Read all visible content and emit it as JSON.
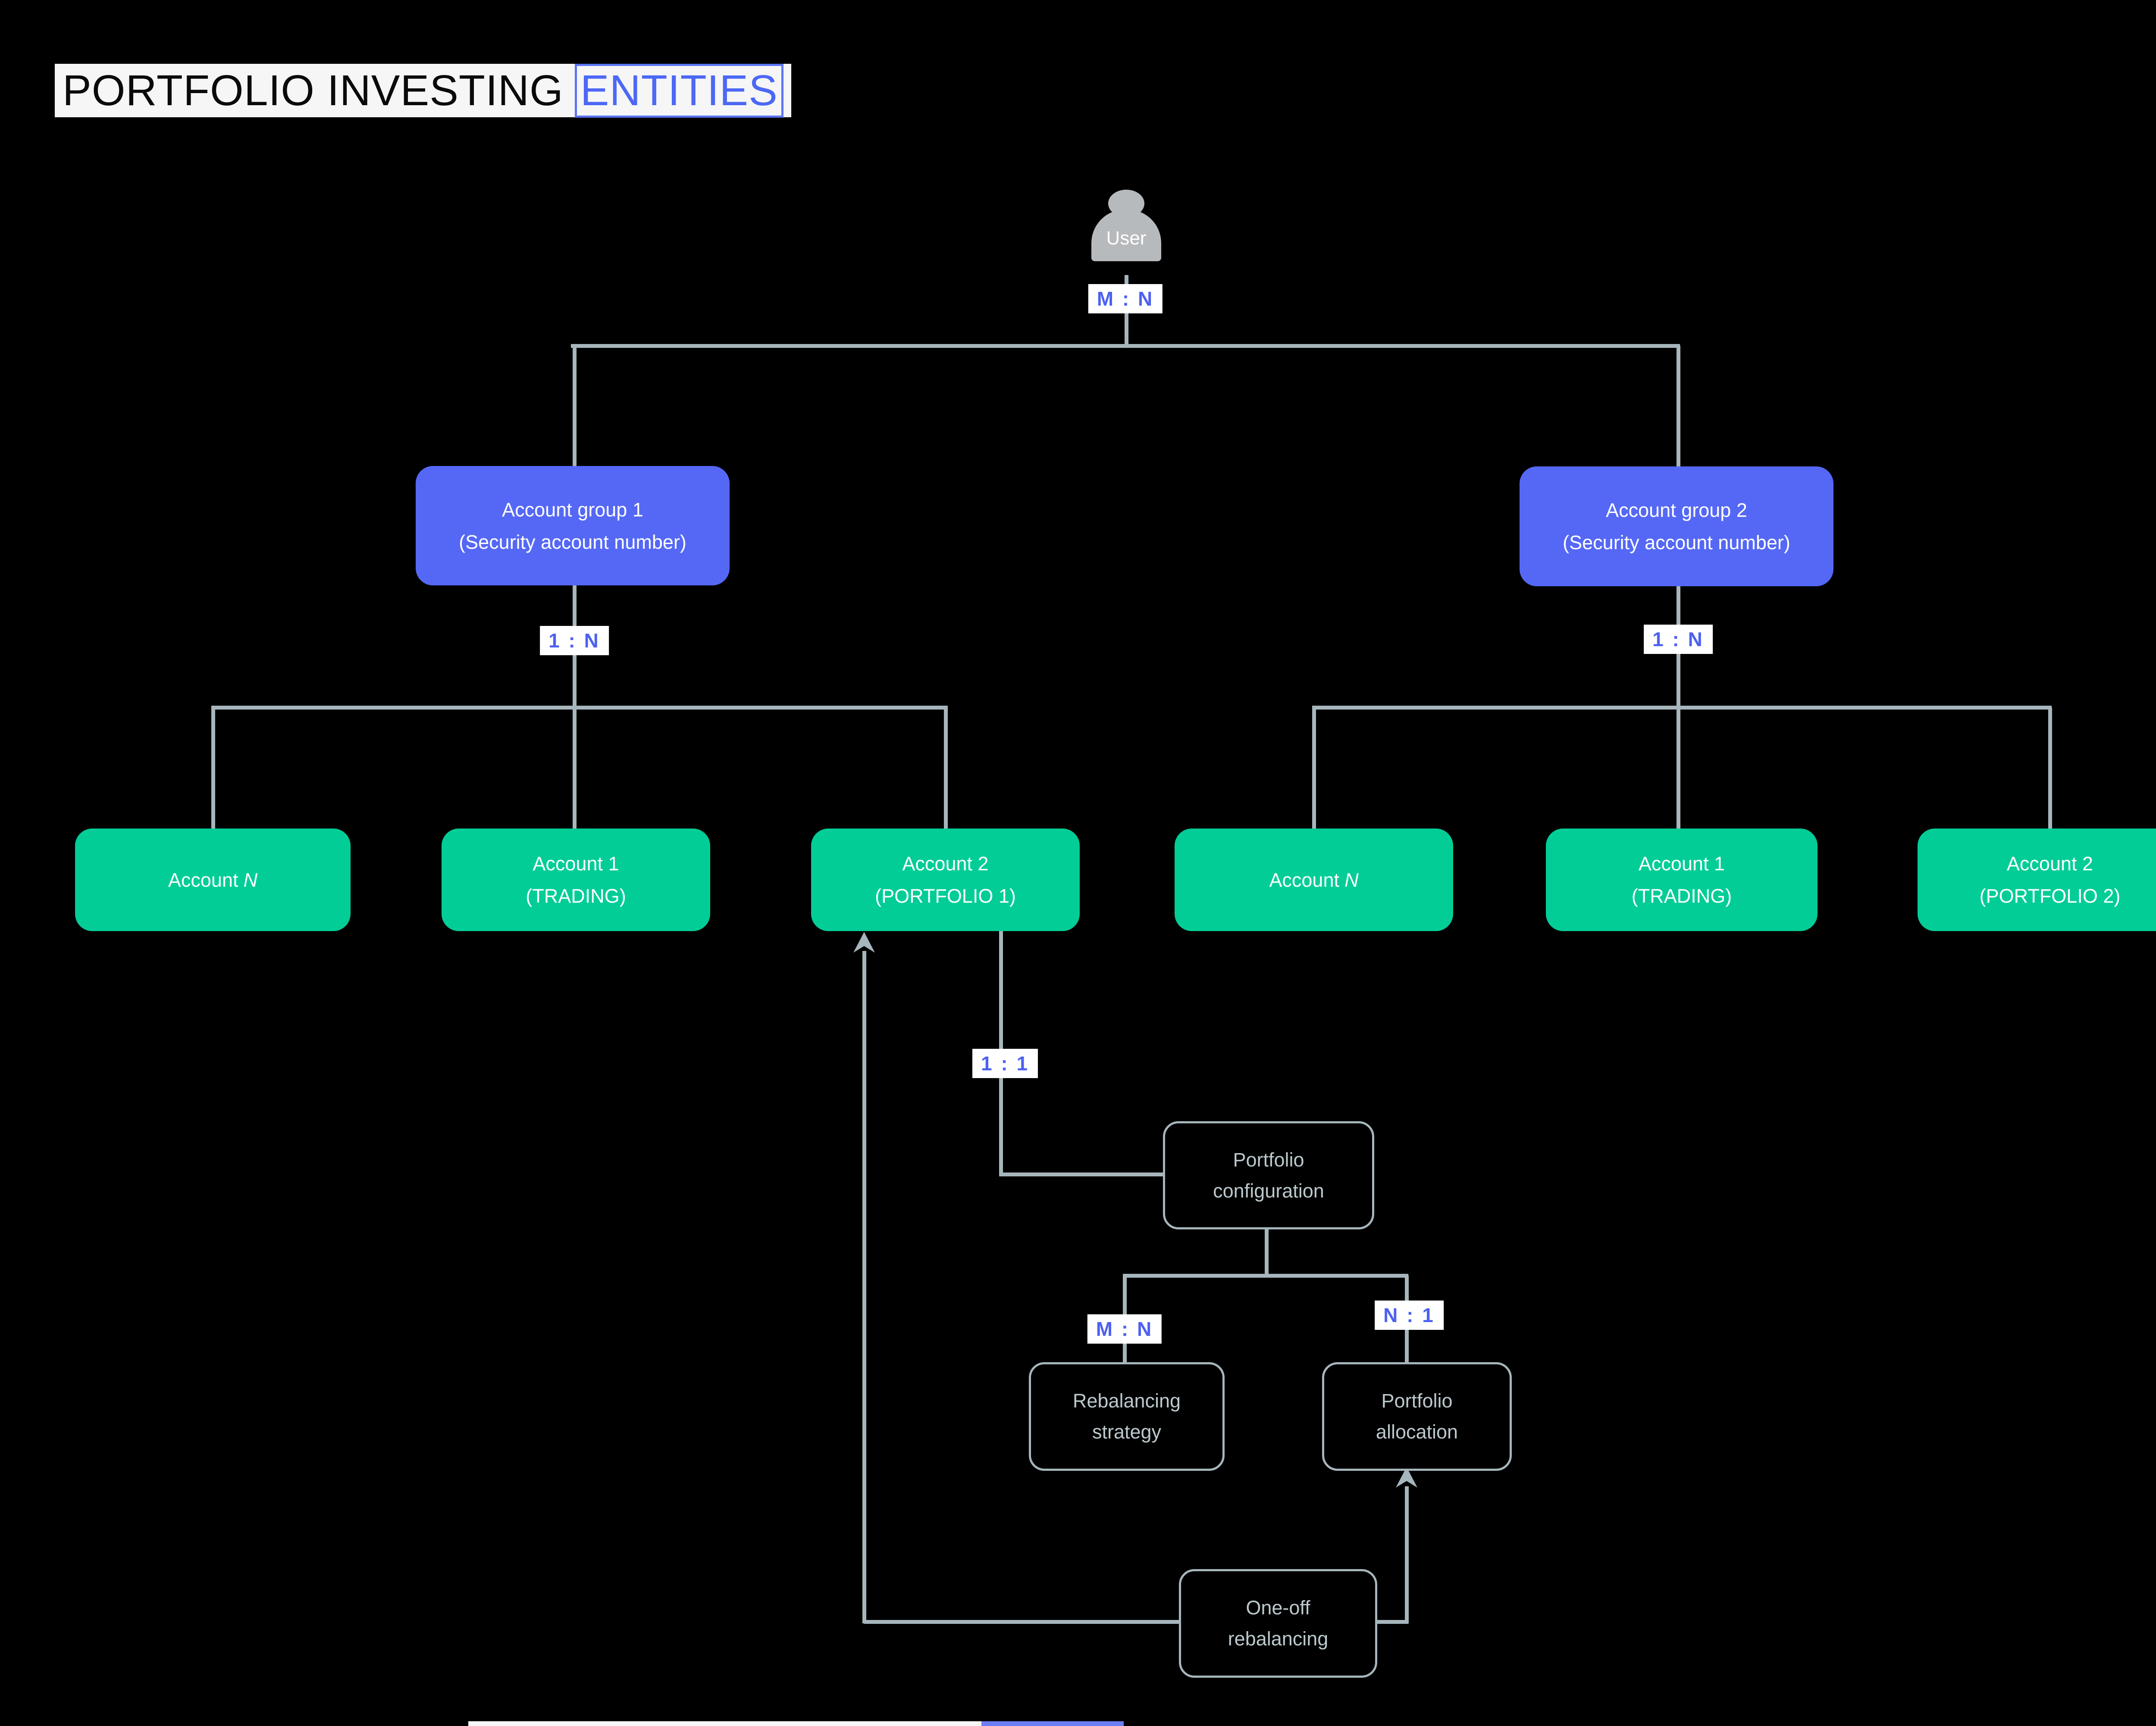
{
  "title": {
    "text_black": "PORTFOLIO INVESTING",
    "text_blue": "ENTITIES"
  },
  "actor": {
    "label": "User"
  },
  "edge_labels": {
    "user_to_groups": "M : N",
    "group1_to_accounts": "1 : N",
    "group2_to_accounts": "1 : N",
    "account2_to_config": "1 : 1",
    "config_to_strategy": "M : N",
    "config_to_allocation": "N : 1"
  },
  "nodes": {
    "account_group_1": {
      "line1": "Account group 1",
      "line2": "(Security account number)"
    },
    "account_group_2": {
      "line1": "Account group 2",
      "line2": "(Security account number)"
    },
    "account_n_left": {
      "text": "Account",
      "italic": "N"
    },
    "account_1_left": {
      "line1": "Account 1",
      "line2": "(TRADING)"
    },
    "account_2_left": {
      "line1": "Account 2",
      "line2": "(PORTFOLIO 1)"
    },
    "account_n_right": {
      "text": "Account",
      "italic": "N"
    },
    "account_1_right": {
      "line1": "Account 1",
      "line2": "(TRADING)"
    },
    "account_2_right": {
      "line1": "Account 2",
      "line2": "(PORTFOLIO 2)"
    },
    "portfolio_configuration": {
      "line1": "Portfolio",
      "line2": "configuration"
    },
    "rebalancing_strategy": {
      "line1": "Rebalancing",
      "line2": "strategy"
    },
    "portfolio_allocation": {
      "line1": "Portfolio",
      "line2": "allocation"
    },
    "one_off_rebalancing": {
      "line1": "One-off",
      "line2": "rebalancing"
    }
  },
  "colors": {
    "background": "#000000",
    "entity_green": "#02cd97",
    "entity_purple": "#5568f5",
    "connector_gray": "#a6b6bc",
    "label_blue": "#4d61f0",
    "title_blue": "#4d68f5",
    "outline_text": "#bcc9ce",
    "actor_gray": "#b7babd"
  }
}
